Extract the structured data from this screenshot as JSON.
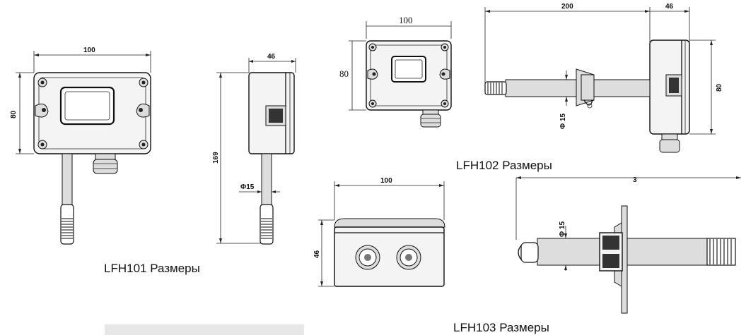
{
  "captions": {
    "lfh101": "LFH101 Размеры",
    "lfh102": "LFH102 Размеры",
    "lfh103": "LFH103 Размеры"
  },
  "lfh101": {
    "front_width": "100",
    "front_height": "80",
    "side_width": "46",
    "side_length": "169",
    "probe_diameter": "Φ15"
  },
  "lfh102": {
    "front_width": "100",
    "front_height": "80",
    "probe_length": "200",
    "depth": "46",
    "side_height": "80",
    "probe_diameter": "Φ 15"
  },
  "lfh103": {
    "width": "100",
    "height": "46",
    "probe_diameter": "Φ 15",
    "overall_length": "3"
  }
}
